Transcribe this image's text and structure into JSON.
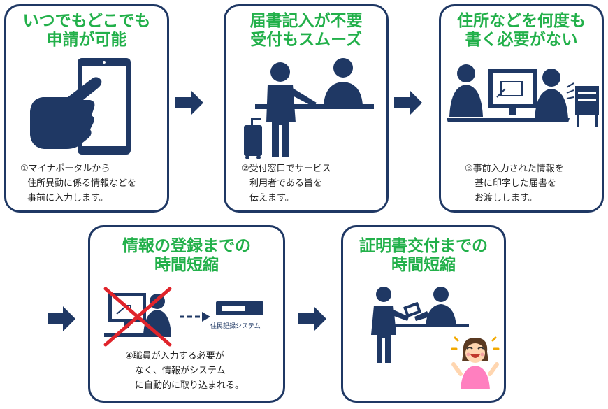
{
  "cards": [
    {
      "title": [
        "いつでもどこでも",
        "申請が可能"
      ],
      "desc": [
        "①マイナポータルから",
        "住所異動に係る情報などを",
        "事前に入力します。"
      ]
    },
    {
      "title": [
        "届書記入が不要",
        "受付もスムーズ"
      ],
      "desc": [
        "②受付窓口でサービス",
        "利用者である旨を",
        "伝えます。"
      ]
    },
    {
      "title": [
        "住所などを何度も",
        "書く必要がない"
      ],
      "desc": [
        "③事前入力された情報を",
        "基に印字した届書を",
        "お渡しします。"
      ]
    },
    {
      "title": [
        "情報の登録までの",
        "時間短縮"
      ],
      "desc": [
        "④職員が入力する必要が",
        "なく、情報がシステム",
        "に自動的に取り込まれる。"
      ],
      "system_label": "住民記録システム"
    },
    {
      "title": [
        "証明書交付までの",
        "時間短縮"
      ]
    }
  ],
  "colors": {
    "navy": "#1f3864",
    "title_green": "#22b04a",
    "cross_red": "#e0242b"
  },
  "icons": [
    "hand-tablet-icon",
    "reception-counter-icon",
    "printed-form-icon",
    "crossed-out-pc-icon",
    "certificate-handover-icon",
    "smiling-person-icon"
  ]
}
